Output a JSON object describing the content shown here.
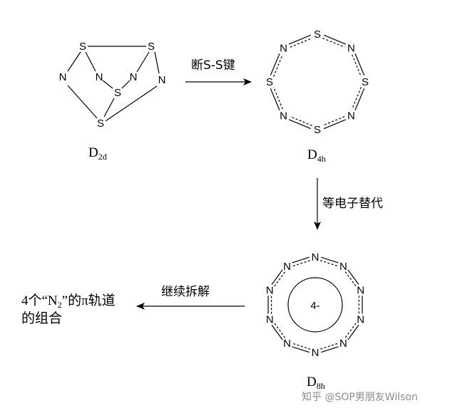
{
  "colors": {
    "ink": "#000000",
    "watermark": "#8c8c8c"
  },
  "d2d": {
    "atoms": [
      "S",
      "S",
      "N",
      "N",
      "N",
      "S",
      "N",
      "S"
    ],
    "label_main": "D",
    "label_sub": "2d"
  },
  "arrow1": {
    "text": "断S-S键"
  },
  "d4h": {
    "atoms": [
      "S",
      "N",
      "S",
      "N",
      "S",
      "N",
      "S",
      "N"
    ],
    "label_main": "D",
    "label_sub": "4h"
  },
  "arrow2": {
    "text": "等电子替代"
  },
  "d8h": {
    "atoms": [
      "N",
      "N",
      "N",
      "N",
      "N",
      "N",
      "N",
      "N",
      "N",
      "N"
    ],
    "charge": "4-",
    "label_main": "D",
    "label_sub": "8h"
  },
  "arrow3": {
    "text": "继续拆解"
  },
  "result": {
    "line1_prefix": "4个“N",
    "line1_sub": "2",
    "line1_suffix": "”的π轨道",
    "line2": "的组合"
  },
  "watermark": "知乎 @SOP男朋友Wilson"
}
